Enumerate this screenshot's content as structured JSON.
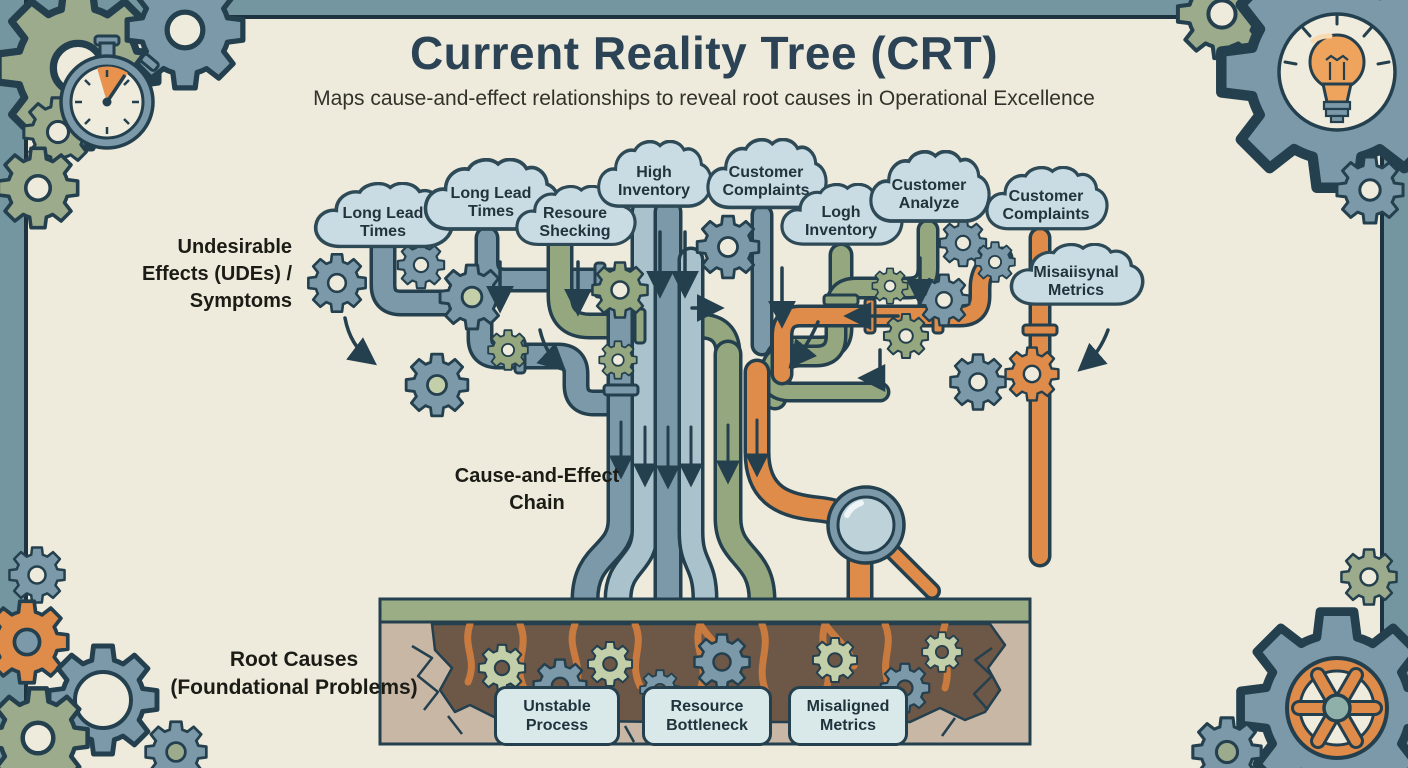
{
  "header": {
    "title": "Current Reality Tree (CRT)",
    "subtitle": "Maps cause-and-effect relationships to reveal root causes in Operational Excellence"
  },
  "sections": {
    "udes_label": "Undesirable\nEffects (UDEs) /\nSymptoms",
    "chain_label": "Cause-and-Effect\nChain",
    "roots_label": "Root Causes\n(Foundational Problems)"
  },
  "clouds": [
    {
      "label": "Long Lead\nTimes"
    },
    {
      "label": "Long Lead\nTimes"
    },
    {
      "label": "Resoure\nShecking"
    },
    {
      "label": "High\nInventory"
    },
    {
      "label": "Customer\nComplaints"
    },
    {
      "label": "Logh\nInventory"
    },
    {
      "label": "Customer\nAnalyze"
    },
    {
      "label": "Customer\nComplaints"
    },
    {
      "label": "Misaiisynal\nMetrics"
    }
  ],
  "root_causes": [
    {
      "label": "Unstable\nProcess"
    },
    {
      "label": "Resource\nBottleneck"
    },
    {
      "label": "Misaligned\nMetrics"
    }
  ],
  "icons": [
    "gear-icon",
    "stopwatch-icon",
    "lightbulb-icon",
    "magnifier-icon"
  ],
  "colors": {
    "background": "#eeebdc",
    "frame": "#7496a1",
    "ink_outline": "#24404e",
    "title": "#2b4355",
    "cloud_fill": "#c9dbe3",
    "pipe_steel": "#7b99a8",
    "pipe_light": "#a9c2cc",
    "pipe_sage": "#94a77e",
    "pipe_orange": "#df8b4a",
    "grass": "#9aad84",
    "soil": "#c9b7a5",
    "soil_dark": "#6d5747",
    "box_fill": "#d9e9ea"
  }
}
